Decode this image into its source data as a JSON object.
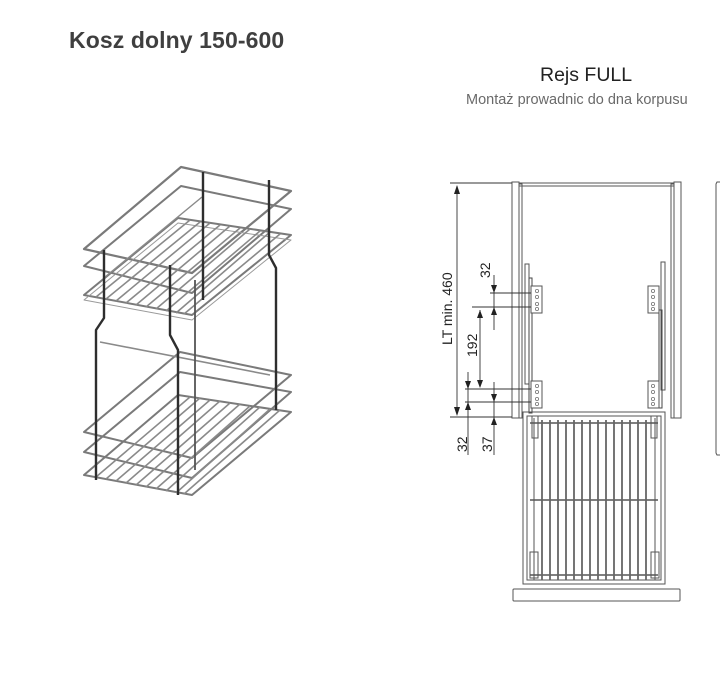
{
  "product": {
    "title": "Kosz dolny 150-600"
  },
  "technical_drawing": {
    "model": "Rejs FULL",
    "caption": "Montaż prowadnic do dna korpusu",
    "dimensions": {
      "cabinet_height": "LT min. 460",
      "top_offset": "32",
      "bracket_spacing": "192",
      "bottom_offset_1": "32",
      "bottom_offset_2": "37"
    }
  },
  "colors": {
    "line": "#555555",
    "wire": "#6b6b6b",
    "wire_dark": "#2e2e2e",
    "title": "#3f3f3f",
    "caption": "#6a6a6a"
  }
}
